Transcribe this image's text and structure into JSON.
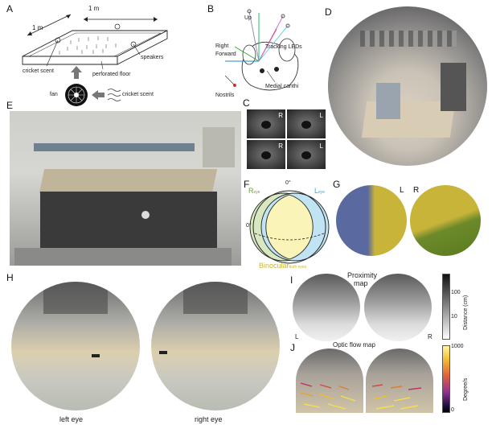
{
  "panels": {
    "A": {
      "label": "A",
      "dim_top": "1 m",
      "dim_left": "1 m",
      "speakers": "speakers",
      "cricket_scent_left": "cricket scent",
      "perforated_floor": "perforated floor",
      "fan": "fan",
      "cricket_scent_right": "cricket scent"
    },
    "B": {
      "label": "B",
      "up": "Up",
      "right": "Right",
      "forward": "Forward",
      "tracking_leds": "Tracking LEDs",
      "medial_canthi": "Medial canthi",
      "nostrils": "Nostrils"
    },
    "C": {
      "label": "C",
      "r1": "R",
      "l1": "L",
      "r2": "R",
      "l2": "L"
    },
    "D": {
      "label": "D"
    },
    "E": {
      "label": "E"
    },
    "F": {
      "label": "F",
      "r_eye": "R",
      "r_eye_sub": "eye",
      "l_eye": "L",
      "l_eye_sub": "eye",
      "deg_top": "0°",
      "deg_left": "0°",
      "binocular": "Binocular",
      "binocular_sub": "both eyes"
    },
    "G": {
      "label": "G",
      "l": "L",
      "r": "R"
    },
    "H": {
      "label": "H",
      "left_eye": "left eye",
      "right_eye": "right eye"
    },
    "I": {
      "label": "I",
      "title_line1": "Proximity",
      "title_line2": "map",
      "l": "L",
      "r": "R",
      "colorbar_label": "Distance (cm)",
      "ticks": [
        "100",
        "10"
      ]
    },
    "J": {
      "label": "J",
      "title": "Optic flow map",
      "colorbar_label": "Degree/s",
      "tick_top": "1000",
      "tick_bottom": "0"
    }
  }
}
